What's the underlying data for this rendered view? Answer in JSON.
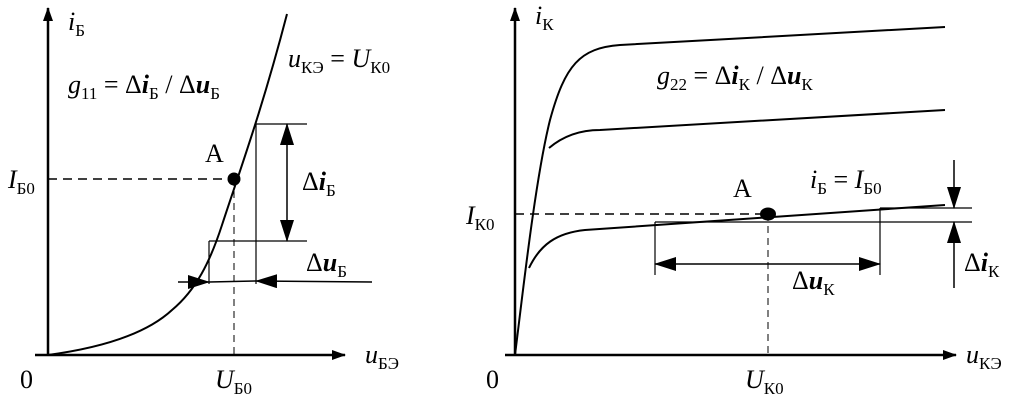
{
  "left_panel": {
    "y_axis_label": {
      "main": "i",
      "sub": "Б"
    },
    "x_axis_label": {
      "main": "u",
      "sub": "БЭ"
    },
    "origin_label": "0",
    "param_label": {
      "lhs_main": "u",
      "lhs_sub": "КЭ",
      "eq": " = ",
      "rhs_main": "U",
      "rhs_sub": "К0"
    },
    "conductance_label": {
      "g_main": "g",
      "g_sub": "11",
      "eq": " = ",
      "delta": "Δ",
      "num_main": "i",
      "num_sub": "Б",
      "slash": " / ",
      "den_main": "u",
      "den_sub": "Б"
    },
    "point_label": "A",
    "y_operating": {
      "main": "I",
      "sub": "Б0"
    },
    "x_operating": {
      "main": "U",
      "sub": "Б0"
    },
    "delta_current": {
      "delta": "Δ",
      "main": "i",
      "sub": "Б"
    },
    "delta_voltage": {
      "delta": "Δ",
      "main": "u",
      "sub": "Б"
    }
  },
  "right_panel": {
    "y_axis_label": {
      "main": "i",
      "sub": "К"
    },
    "x_axis_label": {
      "main": "u",
      "sub": "КЭ"
    },
    "origin_label": "0",
    "conductance_label": {
      "g_main": "g",
      "g_sub": "22",
      "eq": " = ",
      "delta": "Δ",
      "num_main": "i",
      "num_sub": "К",
      "slash": " / ",
      "den_main": "u",
      "den_sub": "К"
    },
    "point_label": "A",
    "param_label": {
      "lhs_main": "i",
      "lhs_sub": "Б",
      "eq": " = ",
      "rhs_main": "I",
      "rhs_sub": "Б0"
    },
    "y_operating": {
      "main": "I",
      "sub": "К0"
    },
    "x_operating": {
      "main": "U",
      "sub": "К0"
    },
    "delta_current": {
      "delta": "Δ",
      "main": "i",
      "sub": "К"
    },
    "delta_voltage": {
      "delta": "Δ",
      "main": "u",
      "sub": "К"
    }
  },
  "colors": {
    "ink": "#000000",
    "background": "#ffffff"
  }
}
